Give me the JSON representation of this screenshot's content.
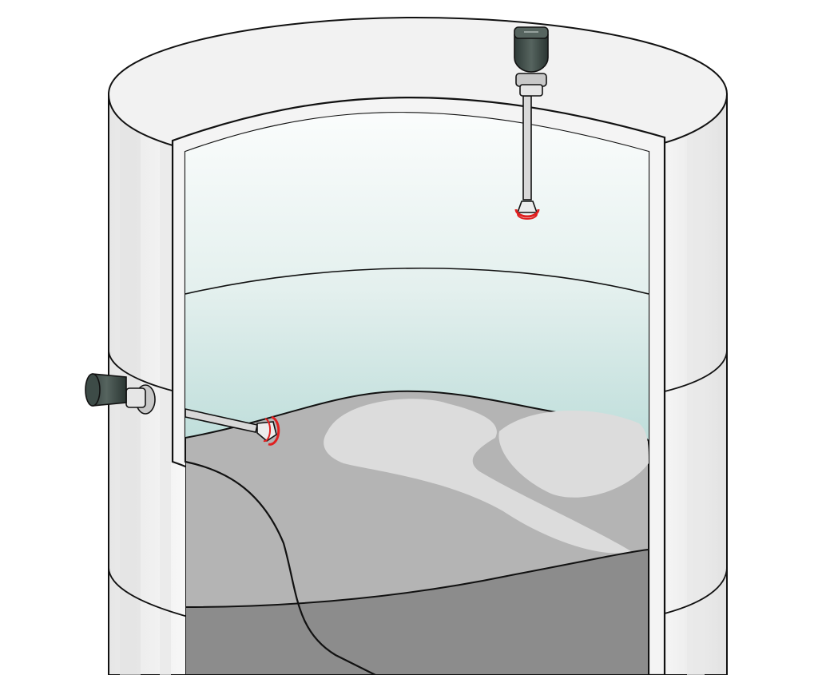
{
  "diagram": {
    "subject": "silo-cutaway-with-two-rotary-paddle-level-switches",
    "devices": [
      {
        "id": "top-mounted-level-switch",
        "mount": "roof",
        "icon": "rotary-paddle-sensor-icon",
        "rotation_indicator_icon": "rotation-arrow-icon"
      },
      {
        "id": "side-mounted-level-switch",
        "mount": "wall",
        "icon": "rotary-paddle-sensor-icon",
        "rotation_indicator_icon": "rotation-arrow-icon"
      }
    ],
    "colors": {
      "outline": "#111111",
      "tank_shell": "#f2f2f2",
      "tank_shell_shadow": "#e3e3e3",
      "interior_top": "#ffffff",
      "interior_bottom": "#86c2bd",
      "bulk_material_light": "#dcdcdc",
      "bulk_material_mid": "#b4b4b4",
      "bulk_material_dark": "#8c8c8c",
      "sensor_housing": "#3d4b47",
      "rotation_indicator": "#e02020"
    }
  }
}
